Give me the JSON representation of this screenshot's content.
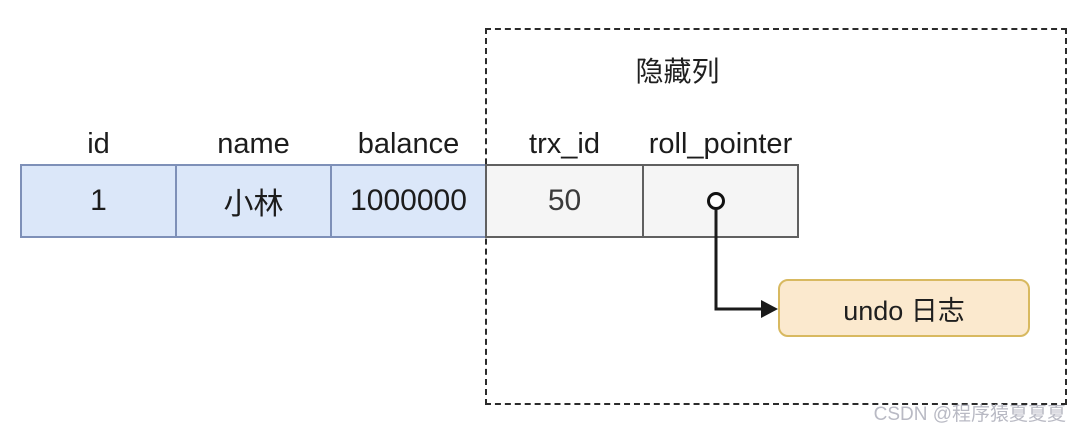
{
  "diagram": {
    "hidden_columns_title": "隐藏列",
    "table": {
      "columns": [
        {
          "header": "id",
          "value": "1",
          "group": "visible"
        },
        {
          "header": "name",
          "value": "小林",
          "group": "visible"
        },
        {
          "header": "balance",
          "value": "1000000",
          "group": "visible"
        },
        {
          "header": "trx_id",
          "value": "50",
          "group": "hidden"
        },
        {
          "header": "roll_pointer",
          "value": "",
          "group": "hidden",
          "content_icon": "circle-pointer-icon"
        }
      ]
    },
    "undo_box": {
      "label": "undo 日志"
    },
    "watermark": "CSDN @程序猿夏夏夏",
    "colors": {
      "visible_cell_fill": "#dbe7f9",
      "visible_cell_border": "#7e90b8",
      "hidden_cell_fill": "#f5f5f5",
      "hidden_cell_border": "#606060",
      "dashed_box_border": "#2b2b2b",
      "undo_fill": "#fbe9ce",
      "undo_border": "#d8b960",
      "arrow": "#1a1a1a",
      "watermark_color": "#b9bac4"
    }
  }
}
